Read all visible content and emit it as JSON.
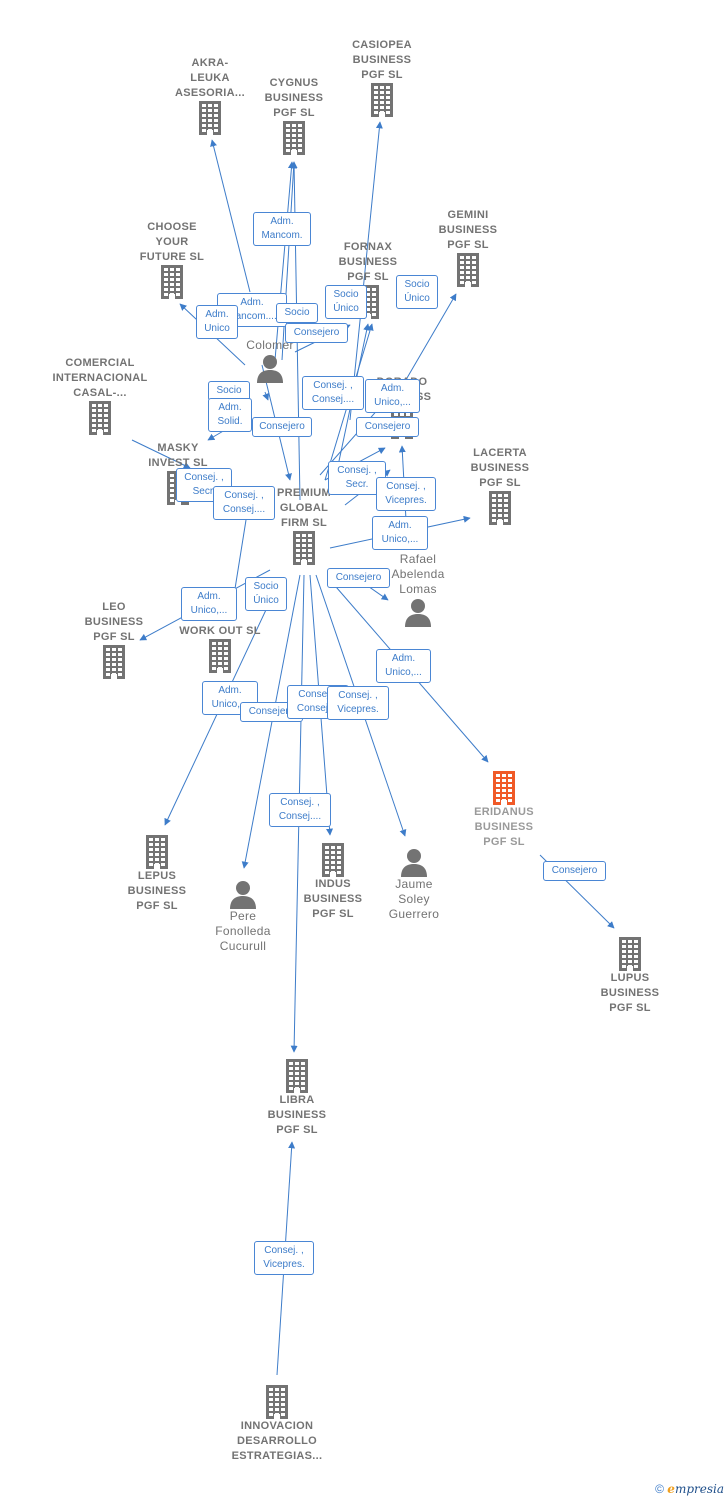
{
  "colors": {
    "edge": "#3d7cc9",
    "company_icon": "#737373",
    "focus_icon": "#f05a28",
    "label": "#737373"
  },
  "nodes": [
    {
      "id": "akra",
      "type": "company",
      "label": "AKRA-\nLEUKA\nASESORIA..."
    },
    {
      "id": "cygnus",
      "type": "company",
      "label": "CYGNUS\nBUSINESS\nPGF  SL"
    },
    {
      "id": "casiopea",
      "type": "company",
      "label": "CASIOPEA\nBUSINESS\nPGF  SL"
    },
    {
      "id": "choose",
      "type": "company",
      "label": "CHOOSE\nYOUR\nFUTURE  SL"
    },
    {
      "id": "fornax",
      "type": "company",
      "label": "FORNAX\nBUSINESS\nPGF  SL"
    },
    {
      "id": "gemini",
      "type": "company",
      "label": "GEMINI\nBUSINESS\nPGF  SL"
    },
    {
      "id": "comercial",
      "type": "company",
      "label": "COMERCIAL\nINTERNACIONAL\nCASAL-..."
    },
    {
      "id": "colomer",
      "type": "person",
      "label": "Colomer"
    },
    {
      "id": "dorado",
      "type": "company",
      "label": "DORADO\nBUSINESS"
    },
    {
      "id": "masky",
      "type": "company",
      "label": "MASKY\nINVEST  SL"
    },
    {
      "id": "lacerta",
      "type": "company",
      "label": "LACERTA\nBUSINESS\nPGF  SL"
    },
    {
      "id": "premium",
      "type": "company",
      "label": "PREMIUM\nGLOBAL\nFIRM  SL"
    },
    {
      "id": "rafael",
      "type": "person",
      "label": "Rafael\nAbelenda\nLomas"
    },
    {
      "id": "leo",
      "type": "company",
      "label": "LEO\nBUSINESS\nPGF  SL"
    },
    {
      "id": "workout",
      "type": "company",
      "label": "WORK OUT  SL"
    },
    {
      "id": "eridanus",
      "type": "focus",
      "label": "ERIDANUS\nBUSINESS\nPGF  SL"
    },
    {
      "id": "lepus",
      "type": "company",
      "label": "LEPUS\nBUSINESS\nPGF  SL"
    },
    {
      "id": "indus",
      "type": "company",
      "label": "INDUS\nBUSINESS\nPGF  SL"
    },
    {
      "id": "jaume",
      "type": "person",
      "label": "Jaume\nSoley\nGuerrero"
    },
    {
      "id": "pere",
      "type": "person",
      "label": "Pere\nFonolleda\nCucurull"
    },
    {
      "id": "lupus",
      "type": "company",
      "label": "LUPUS\nBUSINESS\nPGF  SL"
    },
    {
      "id": "libra",
      "type": "company",
      "label": "LIBRA\nBUSINESS\nPGF  SL"
    },
    {
      "id": "innovacion",
      "type": "company",
      "label": "INNOVACION\nDESARROLLO\nESTRATEGIAS..."
    }
  ],
  "roles": [
    {
      "id": "r1",
      "text": "Adm.\nMancom."
    },
    {
      "id": "r2",
      "text": "Adm.\nMancom...."
    },
    {
      "id": "r3",
      "text": "Adm.\nUnico"
    },
    {
      "id": "r4",
      "text": "Socio"
    },
    {
      "id": "r5",
      "text": "Consejero"
    },
    {
      "id": "r6",
      "text": "Socio\nÚnico"
    },
    {
      "id": "r7",
      "text": "Socio\nÚnico"
    },
    {
      "id": "r8",
      "text": "Socio"
    },
    {
      "id": "r9",
      "text": "Adm.\nSolid."
    },
    {
      "id": "r10",
      "text": "Consejero"
    },
    {
      "id": "r11",
      "text": "Consej. ,\nConsej...."
    },
    {
      "id": "r12",
      "text": "Adm.\nUnico,..."
    },
    {
      "id": "r13",
      "text": "Consejero"
    },
    {
      "id": "r14",
      "text": "Consej. ,\nSecr."
    },
    {
      "id": "r15",
      "text": "Consej. ,\nSecr."
    },
    {
      "id": "r16",
      "text": "Consej. ,\nConsej...."
    },
    {
      "id": "r17",
      "text": "Consej. ,\nVicepres."
    },
    {
      "id": "r18",
      "text": "Adm.\nUnico,..."
    },
    {
      "id": "r19",
      "text": "Consejero"
    },
    {
      "id": "r20",
      "text": "Adm.\nUnico,..."
    },
    {
      "id": "r21",
      "text": "Socio\nÚnico"
    },
    {
      "id": "r22",
      "text": "Adm.\nUnico,..."
    },
    {
      "id": "r23",
      "text": "Adm.\nUnico,..."
    },
    {
      "id": "r24",
      "text": "Consejero"
    },
    {
      "id": "r25",
      "text": "Consej. ,\nConsej...."
    },
    {
      "id": "r26",
      "text": "Consej. ,\nVicepres."
    },
    {
      "id": "r27",
      "text": "Consej. ,\nConsej...."
    },
    {
      "id": "r28",
      "text": "Consejero"
    },
    {
      "id": "r29",
      "text": "Consej. ,\nVicepres."
    }
  ],
  "footer": {
    "copyright": "©",
    "brand_initial": "e",
    "brand_rest": "mpresia"
  }
}
